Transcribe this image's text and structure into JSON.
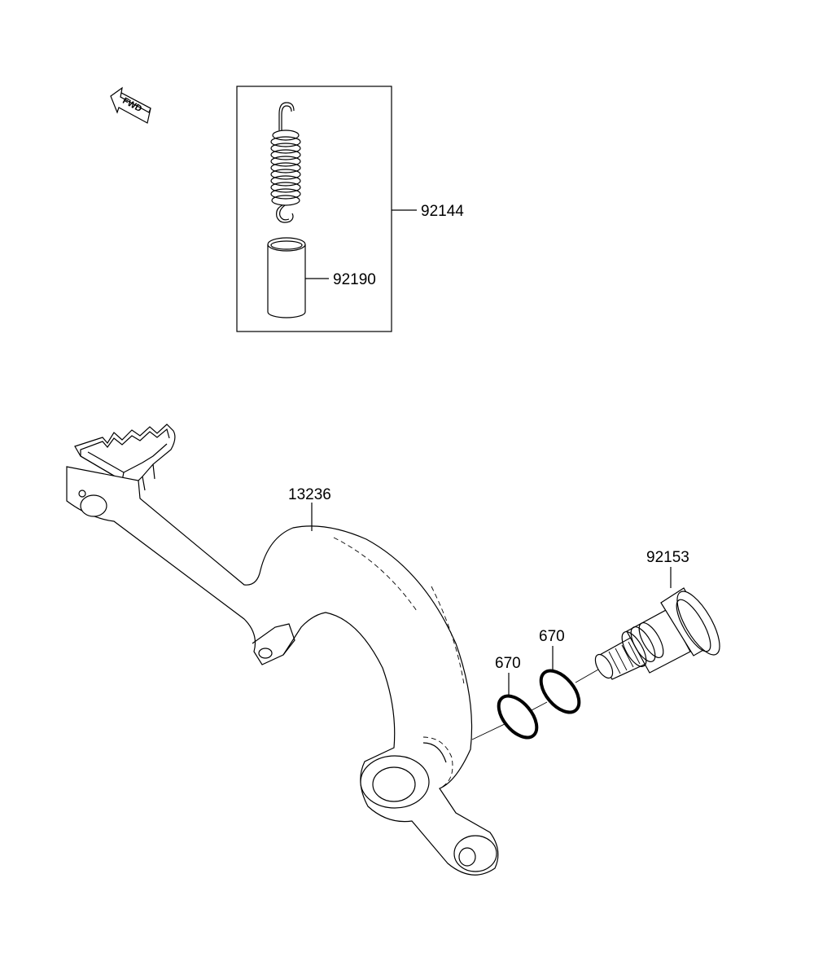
{
  "diagram": {
    "fwd_label": "FWD",
    "parts": {
      "kit_spring_set": "92144",
      "sleeve": "92190",
      "brake_pedal": "13236",
      "pivot_bolt": "92153",
      "o_ring_left": "670",
      "o_ring_right": "670"
    }
  }
}
